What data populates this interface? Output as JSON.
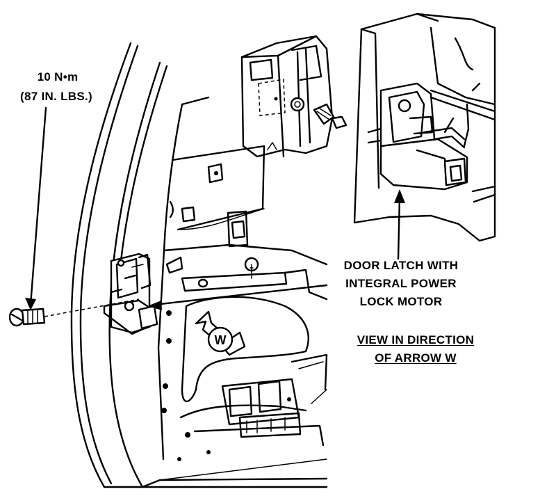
{
  "torque": {
    "line1": "10 N•m",
    "line2": "(87 IN. LBS.)"
  },
  "latch_callout": {
    "line1": "DOOR LATCH WITH",
    "line2": "INTEGRAL POWER",
    "line3": "LOCK MOTOR"
  },
  "view_label": {
    "line1": "VIEW IN DIRECTION",
    "line2": "OF ARROW W"
  },
  "arrow_letter": "W",
  "illustration": {
    "subject": "door latch assembly on door inner panel",
    "style": "black line art on white"
  }
}
